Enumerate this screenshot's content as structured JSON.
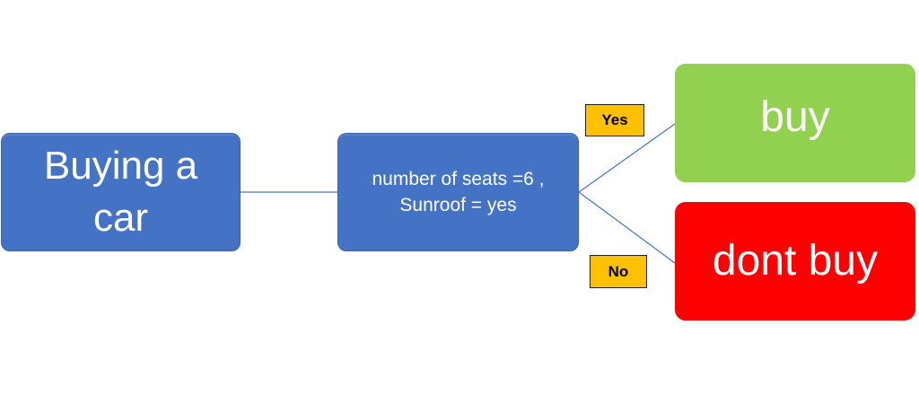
{
  "diagram": {
    "nodes": {
      "root": {
        "label": "Buying a car",
        "color": "#4472c4"
      },
      "decision": {
        "label": "number of seats =6 , Sunroof = yes",
        "color": "#4472c4"
      },
      "buy": {
        "label": "buy",
        "color": "#92d050"
      },
      "dont_buy": {
        "label": "dont buy",
        "color": "#ff0000"
      }
    },
    "edges": [
      {
        "from": "root",
        "to": "decision",
        "label": ""
      },
      {
        "from": "decision",
        "to": "buy",
        "label": "Yes"
      },
      {
        "from": "decision",
        "to": "dont_buy",
        "label": "No"
      }
    ],
    "edge_label_color": "#ffc000",
    "line_color": "#4472c4"
  }
}
